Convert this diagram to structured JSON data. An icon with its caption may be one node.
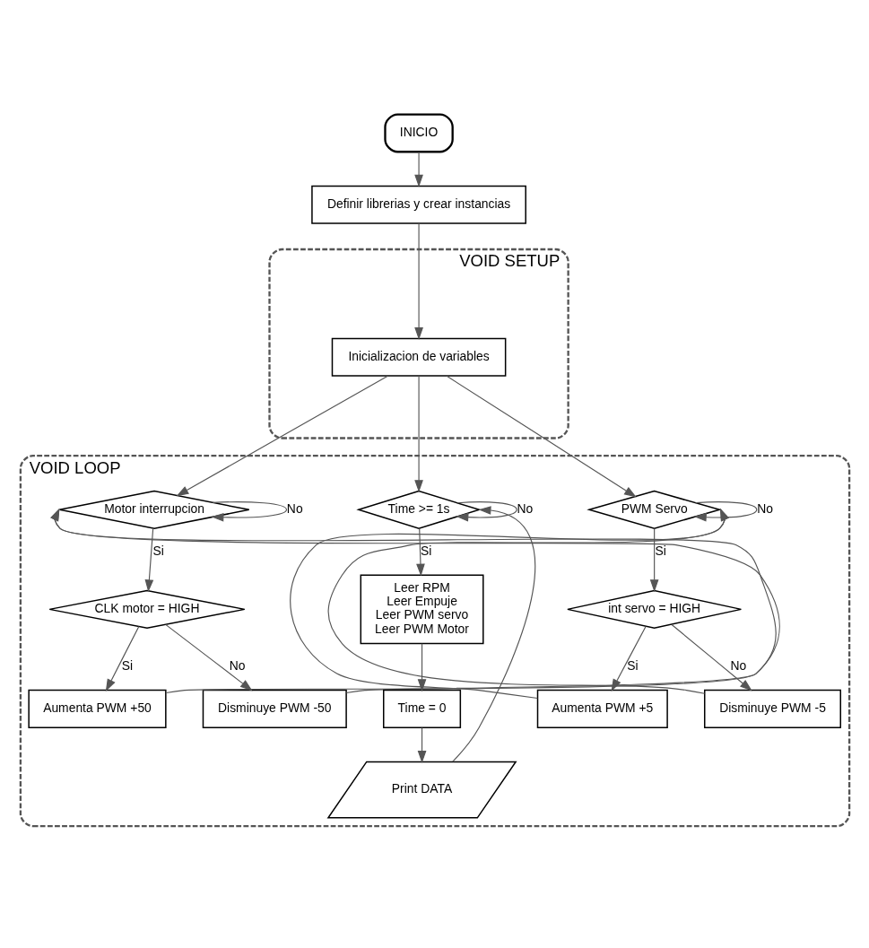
{
  "diagram": {
    "nodes": [
      {
        "text": [
          "INICIO"
        ]
      },
      {
        "text": [
          "Definir librerias y crear instancias"
        ]
      },
      {
        "text": [
          "VOID SETUP"
        ]
      },
      {
        "text": [
          "Inicializacion de variables"
        ],
        "in": 2
      },
      {
        "text": [
          "VOID LOOP"
        ]
      },
      {
        "text": [
          "Motor interrupcion"
        ],
        "in": 4
      },
      {
        "text": [
          "CLK motor = HIGH"
        ],
        "in": 4
      },
      {
        "text": [
          "Disminuye PWM -50"
        ],
        "in": 4
      },
      {
        "text": [
          "Aumenta PWM +50"
        ],
        "in": 4
      },
      {
        "text": [
          "Time >= 1s"
        ],
        "in": 4
      },
      {
        "text": [
          "Leer RPM",
          "Leer Empuje",
          "Leer PWM servo",
          "Leer PWM Motor"
        ],
        "in": 4
      },
      {
        "text": [
          "Time = 0"
        ],
        "in": 4
      },
      {
        "text": [
          "Print DATA"
        ],
        "in": 4
      },
      {
        "text": [
          "PWM Servo"
        ],
        "in": 4
      },
      {
        "text": [
          "int servo = HIGH"
        ],
        "in": 4
      },
      {
        "text": [
          "Aumenta PWM +5"
        ],
        "in": 4
      },
      {
        "text": [
          "Disminuye PWM -5"
        ],
        "in": 4
      }
    ],
    "edges": [
      {
        "from": 0,
        "to": 1,
        "arrow": "to"
      },
      {
        "from": 1,
        "to": 3,
        "arrow": "to"
      },
      {
        "from": 3,
        "to": 5,
        "arrow": "to"
      },
      {
        "from": 3,
        "to": 9,
        "arrow": "to"
      },
      {
        "from": 3,
        "to": 13,
        "arrow": "to"
      },
      {
        "from": 5,
        "to": 5,
        "label": "No",
        "arrow": "to"
      },
      {
        "from": 5,
        "to": 6,
        "label": "Si",
        "arrow": "to"
      },
      {
        "from": 6,
        "to": 7,
        "label": "No",
        "arrow": "to"
      },
      {
        "from": 6,
        "to": 8,
        "label": "Si",
        "arrow": "to"
      },
      {
        "from": 7,
        "to": 5,
        "arrow": "to"
      },
      {
        "from": 8,
        "to": 5,
        "arrow": "to"
      },
      {
        "from": 9,
        "to": 9,
        "label": "No",
        "arrow": "to"
      },
      {
        "from": 9,
        "to": 10,
        "label": "Si",
        "arrow": "to"
      },
      {
        "from": 10,
        "to": 11,
        "arrow": "to"
      },
      {
        "from": 11,
        "to": 12,
        "arrow": "to"
      },
      {
        "from": 12,
        "to": 9,
        "arrow": "to"
      },
      {
        "from": 13,
        "to": 13,
        "label": "No",
        "arrow": "to"
      },
      {
        "from": 13,
        "to": 14,
        "label": "Si",
        "arrow": "to"
      },
      {
        "from": 14,
        "to": 15,
        "label": "Si",
        "arrow": "to"
      },
      {
        "from": 14,
        "to": 16,
        "label": "No",
        "arrow": "to"
      },
      {
        "from": 15,
        "to": 13,
        "arrow": "to"
      },
      {
        "from": 16,
        "to": 13,
        "arrow": "to"
      }
    ]
  }
}
